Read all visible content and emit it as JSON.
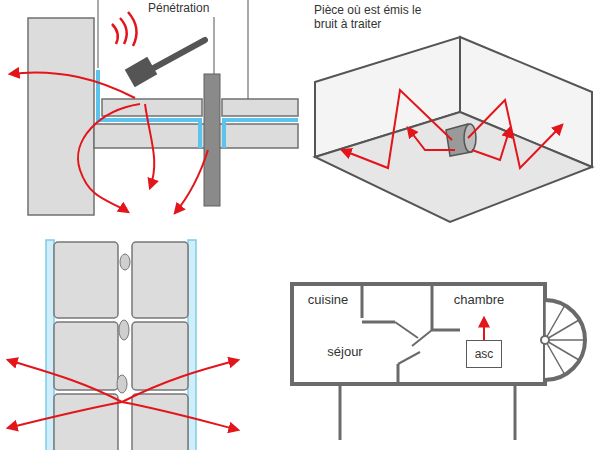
{
  "diagram": {
    "nodes": [
      {
        "text": [
          "cuisine"
        ]
      },
      {
        "text": [
          "chambre"
        ]
      },
      {
        "text": [
          "séjour"
        ]
      },
      {
        "text": [
          "asc"
        ]
      }
    ],
    "edges": [
      {
        "from": 3,
        "to": 1,
        "arrow": "to"
      }
    ],
    "labels": [
      "Pénétration",
      "Pièce où est émis le bruit à traiter"
    ]
  }
}
